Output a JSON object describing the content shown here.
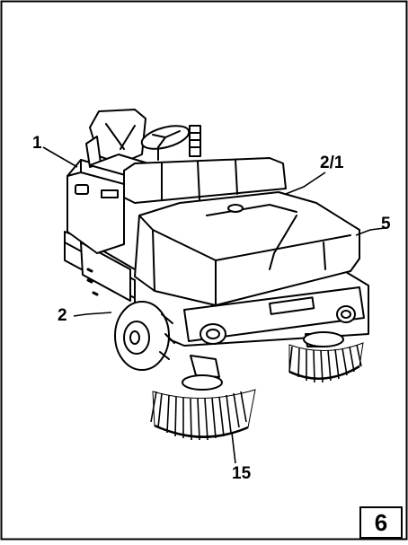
{
  "callouts": {
    "c1": "1",
    "c2_1": "2/1",
    "c5": "5",
    "c2": "2",
    "c15": "15"
  },
  "figure_number": "6",
  "colors": {
    "line": "#000000",
    "fill": "#ffffff",
    "shade": "#e6e6e6"
  }
}
